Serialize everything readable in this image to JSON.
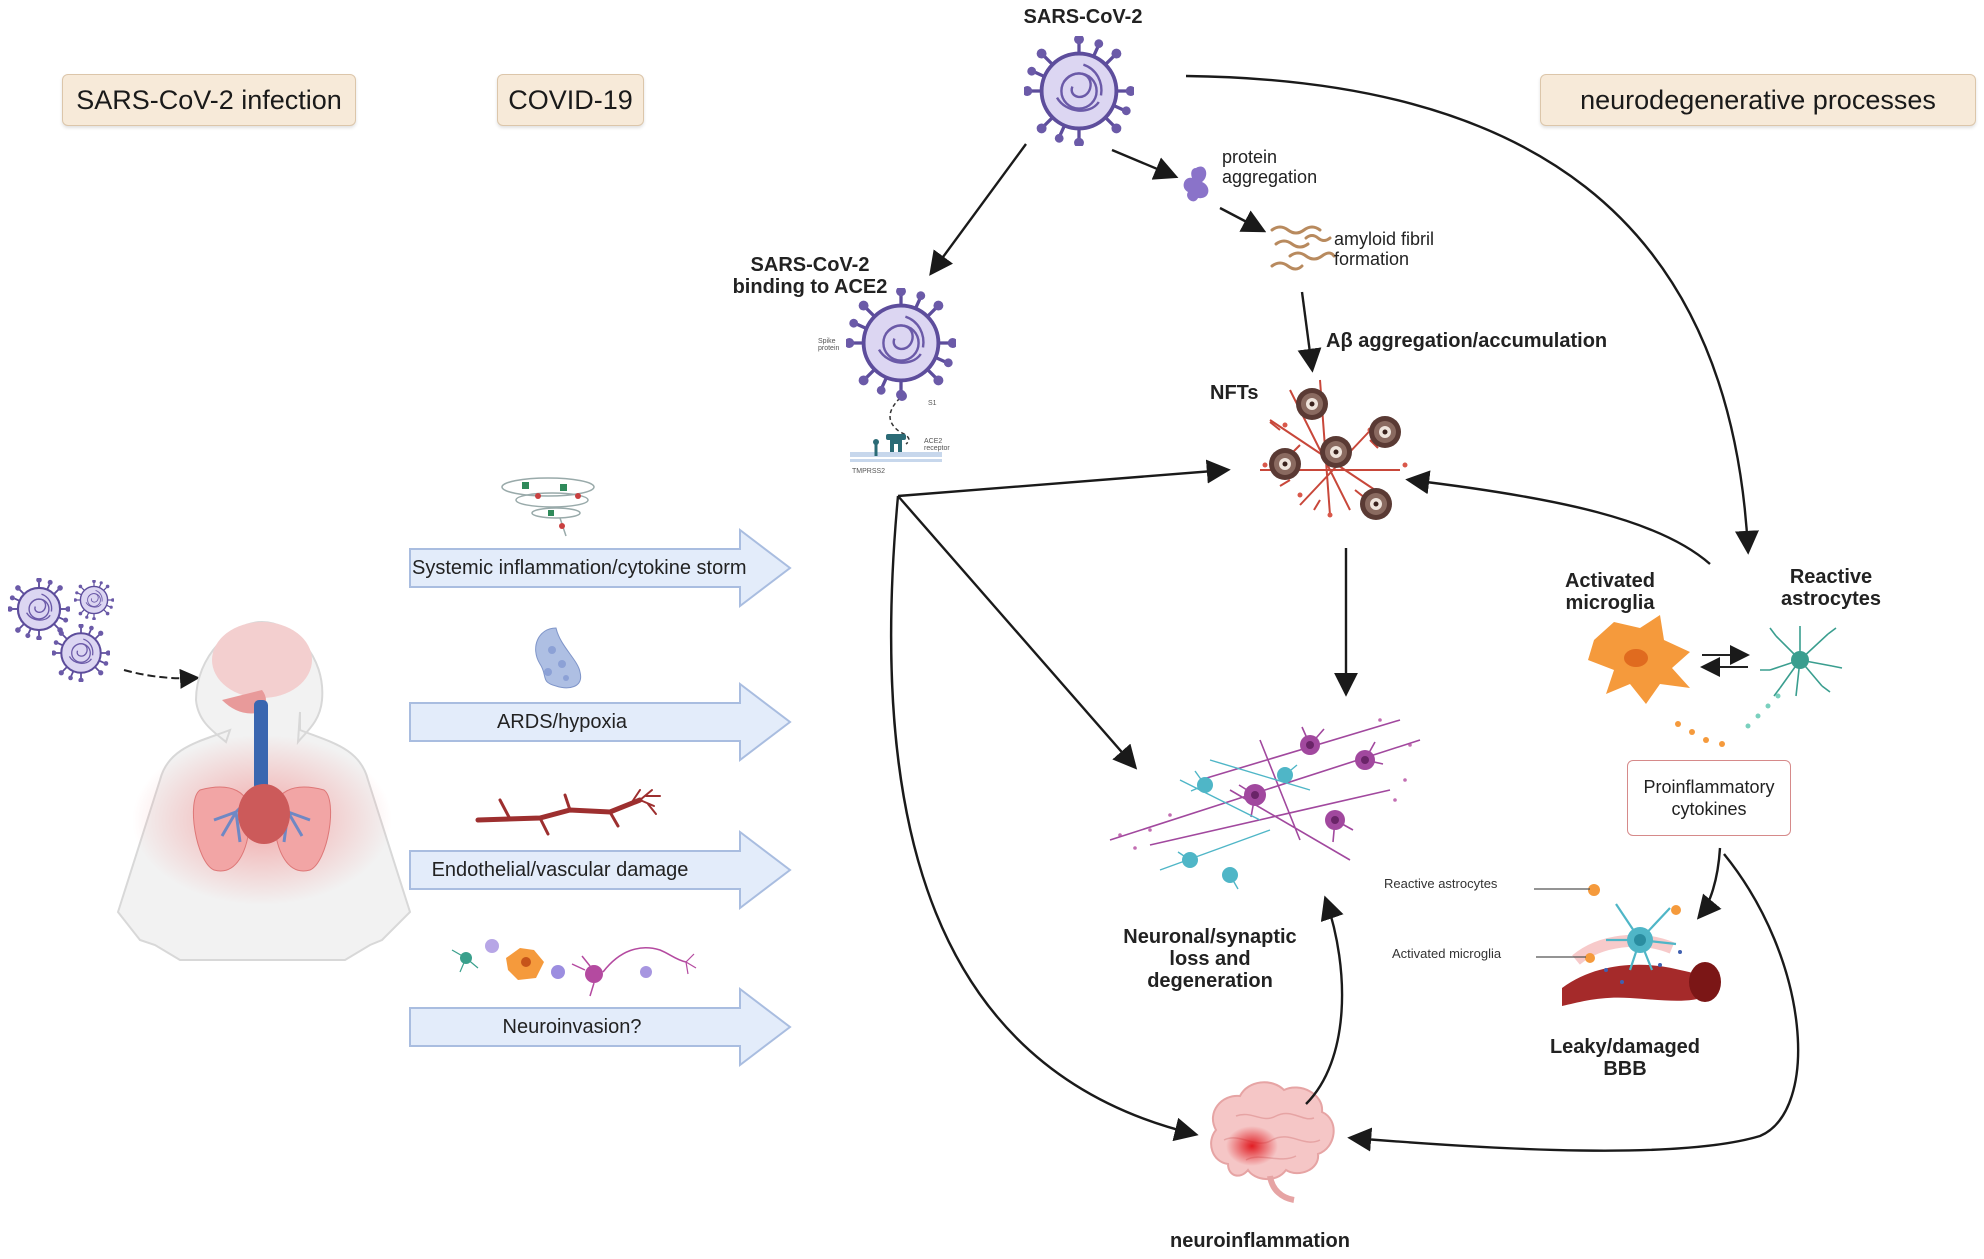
{
  "headers": {
    "infection": "SARS-CoV-2 infection",
    "covid": "COVID-19",
    "neuro": "neurodegenerative processes"
  },
  "virus_top": "SARS-CoV-2",
  "binding": {
    "line1": "SARS-CoV-2",
    "line2": "binding to ACE2"
  },
  "binding_tiny": {
    "spike": "Spike protein",
    "s1": "S1",
    "ace2": "ACE2 receptor",
    "tmprss2": "TMPRSS2"
  },
  "protein": {
    "line1": "protein",
    "line2": "aggregation"
  },
  "amyloid": {
    "line1": "amyloid fibril",
    "line2": "formation"
  },
  "abeta": "Aβ aggregation/accumulation",
  "nfts": "NFTs",
  "microglia": {
    "line1": "Activated",
    "line2": "microglia"
  },
  "astrocytes": {
    "line1": "Reactive",
    "line2": "astrocytes"
  },
  "cytokines": {
    "line1": "Proinflammatory",
    "line2": "cytokines"
  },
  "bbb_labels": {
    "astro": "Reactive astrocytes",
    "micro": "Activated microglia"
  },
  "bbb": {
    "line1": "Leaky/damaged",
    "line2": "BBB"
  },
  "neuronal": {
    "line1": "Neuronal/synaptic",
    "line2": "loss and",
    "line3": "degeneration"
  },
  "neuroinflammation": "neuroinflammation",
  "arrows": [
    {
      "label": "Systemic inflammation/cytokine storm"
    },
    {
      "label": "ARDS/hypoxia"
    },
    {
      "label": "Endothelial/vascular damage"
    },
    {
      "label": "Neuroinvasion?"
    }
  ],
  "colors": {
    "header_bg": "#f7ead9",
    "arrow_fill": "#e3ecfa",
    "arrow_stroke": "#a9bde0",
    "virus": "#6b5aa8",
    "nft_red": "#c8473a",
    "neuron_purple": "#a1489e",
    "neuron_cyan": "#4fb6c7",
    "microglia_orange": "#f59a3c",
    "astro_teal": "#3a9e8f"
  }
}
